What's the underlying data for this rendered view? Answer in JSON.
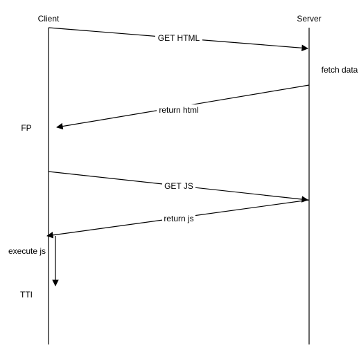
{
  "lifelines": {
    "client": {
      "label": "Client"
    },
    "server": {
      "label": "Server"
    }
  },
  "messages": [
    {
      "label": "GET HTML"
    },
    {
      "label": "return html"
    },
    {
      "label": "GET JS"
    },
    {
      "label": "return js"
    }
  ],
  "notes": {
    "fetch_data": "fetch data",
    "fp": "FP",
    "execute_js": "execute js",
    "tti": "TTI"
  },
  "colors": {
    "line": "#000000",
    "background": "#ffffff"
  }
}
